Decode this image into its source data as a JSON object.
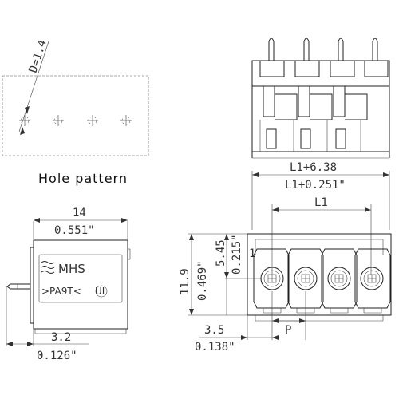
{
  "hole_pattern": {
    "label": "Hole pattern",
    "diameter": "D=1.4"
  },
  "side_view": {
    "width_mm": "14",
    "width_in": "0.551\"",
    "brand": "MHS",
    "part": ">PA9T<",
    "cert": "UL",
    "pin_offset_mm": "3.2",
    "pin_offset_in": "0.126\""
  },
  "front_view": {
    "overall_mm": "L1+6.38",
    "overall_in": "L1+0.251\"",
    "span": "L1",
    "height_mm": "11.9",
    "height_in": "0.469\"",
    "upper_mm": "5.45",
    "upper_in": "0.215\"",
    "pin_one": "1",
    "edge_mm": "3.5",
    "edge_in": "0.138\"",
    "pitch": "P"
  }
}
